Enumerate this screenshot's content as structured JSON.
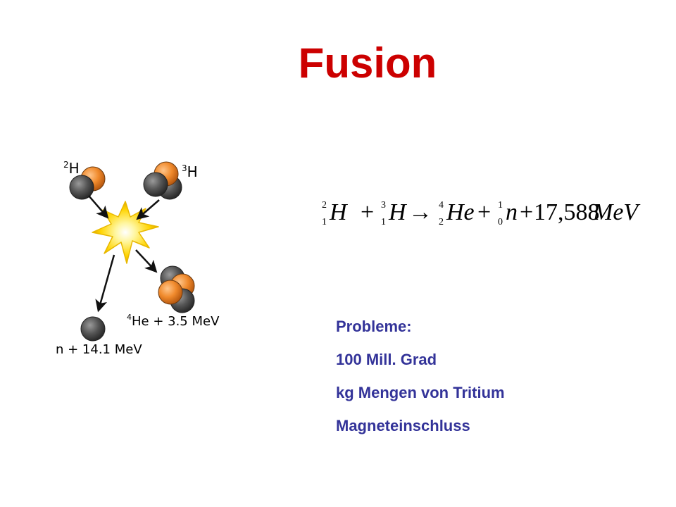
{
  "title": "Fusion",
  "diagram": {
    "labels": {
      "deuterium_mass": "2",
      "deuterium_symbol": "H",
      "tritium_mass": "3",
      "tritium_symbol": "H",
      "helium_mass": "4",
      "helium_text": "He + 3.5 MeV",
      "neutron_text": "n + 14.1 MeV"
    },
    "colors": {
      "proton": "#f08a2c",
      "neutron": "#555555",
      "flash": "#ffd400",
      "arrow": "#111111"
    }
  },
  "equation": {
    "terms": [
      {
        "mass": "2",
        "charge": "1",
        "symbol": "H"
      },
      {
        "op": "+"
      },
      {
        "mass": "3",
        "charge": "1",
        "symbol": "H"
      },
      {
        "op": "→"
      },
      {
        "mass": "4",
        "charge": "2",
        "symbol": "He"
      },
      {
        "op": "+"
      },
      {
        "mass": "1",
        "charge": "0",
        "symbol": "n"
      },
      {
        "op": "+"
      },
      {
        "value": "17,588",
        "unit": "MeV"
      }
    ]
  },
  "problems": {
    "heading": "Probleme:",
    "items": [
      "100 Mill. Grad",
      "kg Mengen von Tritium",
      "Magneteinschluss"
    ]
  },
  "colors": {
    "title": "#cc0000",
    "problems_text": "#333399"
  }
}
